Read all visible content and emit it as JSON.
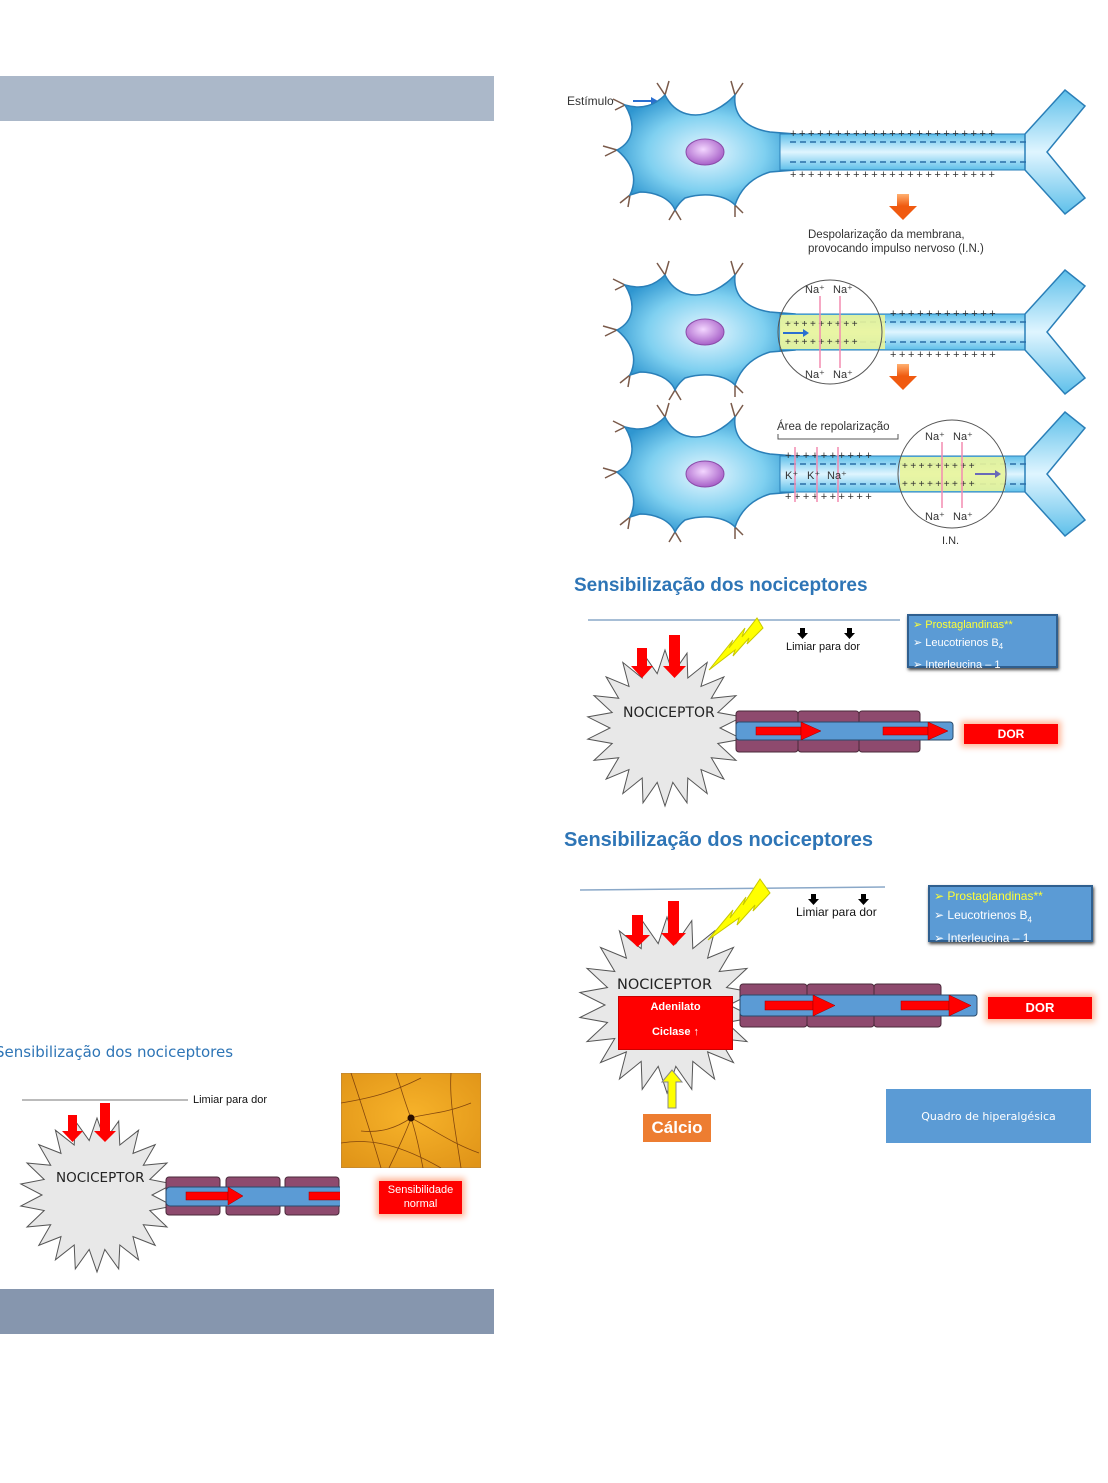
{
  "page": {
    "header_bar_color": "#abb8c9",
    "footer_bar_color": "#8696ae"
  },
  "neuron_figure": {
    "stimulus_label": "Estímulo",
    "step2_caption_line1": "Despolarização da membrana,",
    "step2_caption_line2": "provocando impulso nervoso (I.N.)",
    "ion_na": "Na⁺",
    "ion_k": "K⁺",
    "repolarization_label": "Área de repolarização",
    "impulse_label": "I.N.",
    "plus_sign": "+",
    "minus_sign": "–"
  },
  "slide_sensitization_1": {
    "title": "Sensibilização dos nociceptores",
    "threshold_label": "Limiar para dor",
    "nociceptor_label": "NOCICEPTOR",
    "mediators": [
      {
        "bullet": "➢",
        "text": "Prostaglandinas**",
        "highlight": true
      },
      {
        "bullet": "➢",
        "text": "Leucotrienos B",
        "sub": "4",
        "highlight": false
      },
      {
        "bullet": "➢",
        "text": "Interleucina – 1",
        "highlight": false
      }
    ],
    "result_label": "DOR"
  },
  "slide_sensitization_2": {
    "title": "Sensibilização dos nociceptores",
    "threshold_label": "Limiar para dor",
    "nociceptor_label": "NOCICEPTOR",
    "enzyme_line1": "Adenilato",
    "enzyme_line2": "Ciclase ↑",
    "calcium_label": "Cálcio",
    "mediators": [
      {
        "bullet": "➢",
        "text": "Prostaglandinas**",
        "highlight": true
      },
      {
        "bullet": "➢",
        "text": "Leucotrienos B",
        "sub": "4",
        "highlight": false
      },
      {
        "bullet": "➢",
        "text": "Interleucina – 1",
        "highlight": false
      }
    ],
    "result_label": "DOR",
    "summary_label": "Quadro de hiperalgésica"
  },
  "slide_normal": {
    "title": "Sensibilização dos nociceptores",
    "threshold_label": "Limiar para dor",
    "nociceptor_label": "NOCICEPTOR",
    "result_line1": "Sensibilidade",
    "result_line2": "normal"
  },
  "colors": {
    "title_blue": "#2e75b6",
    "axon_blue": "#5b9bd5",
    "myelin_purple": "#8e4a6e",
    "arrow_red": "#ff0000",
    "bolt_yellow": "#ffff00",
    "calcium_orange": "#ed7d31",
    "nociceptor_gray": "#e8e8e8"
  }
}
